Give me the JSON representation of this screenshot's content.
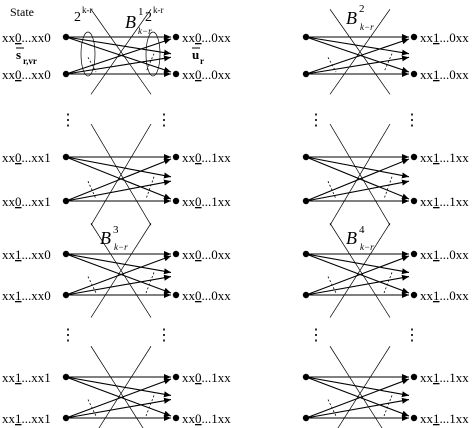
{
  "header": {
    "state_label": "State",
    "s_sub": "r,vr",
    "u_sub": "r"
  },
  "blocks": [
    {
      "id": "B1",
      "label_base": "B",
      "label_sup": "1",
      "label_sub": "k−r",
      "left_labels": [
        {
          "pre": "xx",
          "und": "0",
          "post": "...xx0"
        },
        {
          "pre": "xx",
          "und": "0",
          "post": "...xx0"
        }
      ],
      "right_labels": [
        {
          "pre": "xx",
          "und": "0",
          "post": "...0xx"
        },
        {
          "pre": "xx",
          "und": "0",
          "post": "...0xx"
        }
      ],
      "ellipse_labels": [
        "2",
        "2"
      ],
      "ellipse_sup": "k-r"
    },
    {
      "id": "B2",
      "label_base": "B",
      "label_sup": "2",
      "label_sub": "k−r",
      "right_labels": [
        {
          "pre": "xx",
          "und": "1",
          "post": "...0xx"
        },
        {
          "pre": "xx",
          "und": "1",
          "post": "...0xx"
        }
      ]
    },
    {
      "id": "B1-bottom",
      "left_labels": [
        {
          "pre": "xx",
          "und": "0",
          "post": "...xx1"
        },
        {
          "pre": "xx",
          "und": "0",
          "post": "...xx1"
        }
      ],
      "right_labels": [
        {
          "pre": "xx",
          "und": "0",
          "post": "...1xx"
        },
        {
          "pre": "xx",
          "und": "0",
          "post": "...1xx"
        }
      ]
    },
    {
      "id": "B2-bottom",
      "right_labels": [
        {
          "pre": "xx",
          "und": "1",
          "post": "...1xx"
        },
        {
          "pre": "xx",
          "und": "1",
          "post": "...1xx"
        }
      ]
    },
    {
      "id": "B3",
      "label_base": "B",
      "label_sup": "3",
      "label_sub": "k−r",
      "left_labels": [
        {
          "pre": "xx",
          "und": "1",
          "post": "...xx0"
        },
        {
          "pre": "xx",
          "und": "1",
          "post": "...xx0"
        }
      ],
      "right_labels": [
        {
          "pre": "xx",
          "und": "0",
          "post": "...0xx"
        },
        {
          "pre": "xx",
          "und": "0",
          "post": "...0xx"
        }
      ]
    },
    {
      "id": "B4",
      "label_base": "B",
      "label_sup": "4",
      "label_sub": "k−r",
      "right_labels": [
        {
          "pre": "xx",
          "und": "1",
          "post": "...0xx"
        },
        {
          "pre": "xx",
          "und": "1",
          "post": "...0xx"
        }
      ]
    },
    {
      "id": "B3-bottom",
      "left_labels": [
        {
          "pre": "xx",
          "und": "1",
          "post": "...xx1"
        },
        {
          "pre": "xx",
          "und": "1",
          "post": "...xx1"
        }
      ],
      "right_labels": [
        {
          "pre": "xx",
          "und": "0",
          "post": "...1xx"
        },
        {
          "pre": "xx",
          "und": "0",
          "post": "...1xx"
        }
      ]
    },
    {
      "id": "B4-bottom",
      "right_labels": [
        {
          "pre": "xx",
          "und": "1",
          "post": "...1xx"
        },
        {
          "pre": "xx",
          "und": "1",
          "post": "...1xx"
        }
      ]
    }
  ],
  "dots": "⋮"
}
